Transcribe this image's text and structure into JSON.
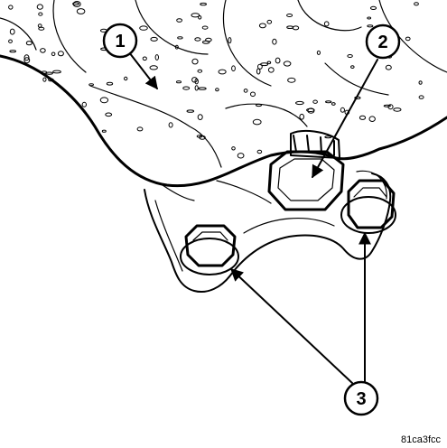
{
  "callouts": [
    {
      "label": "1"
    },
    {
      "label": "2"
    },
    {
      "label": "3"
    }
  ],
  "figure_ref": "81ca3fcc",
  "colors": {
    "ink": "#000000",
    "paper": "#ffffff"
  }
}
